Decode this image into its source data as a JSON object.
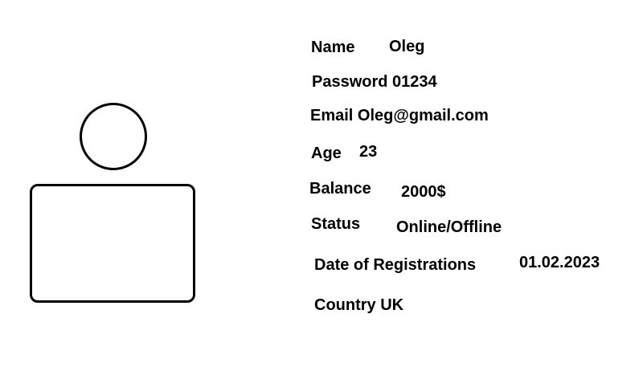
{
  "profile": {
    "name_label": "Name",
    "name_value": "Oleg",
    "password_text": "Password 01234",
    "email_text": "Email Oleg@gmail.com",
    "age_label": "Age",
    "age_value": "23",
    "balance_label": "Balance",
    "balance_value": "2000$",
    "status_label": "Status",
    "status_value": "Online/Offline",
    "registration_label": "Date of Registrations",
    "registration_value": "01.02.2023",
    "country_text": "Country UK"
  }
}
